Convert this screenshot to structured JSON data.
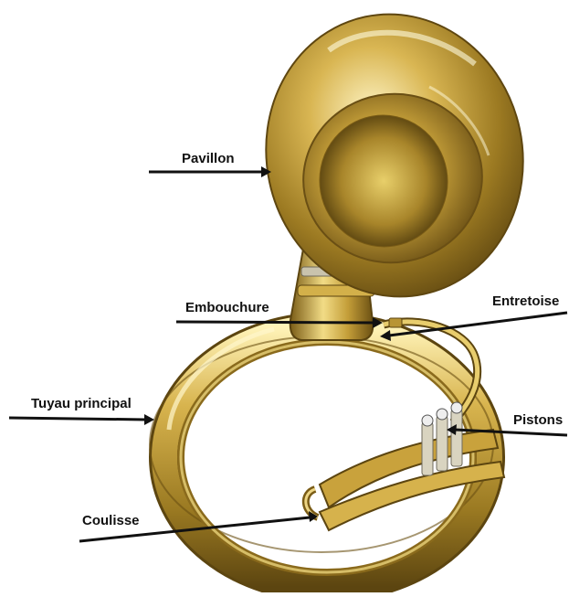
{
  "labels": {
    "pavillon": "Pavillon",
    "embouchure": "Embouchure",
    "entretoise": "Entretoise",
    "tuyau_principal": "Tuyau principal",
    "pistons": "Pistons",
    "coulisse": "Coulisse"
  },
  "colors": {
    "brass_light": "#f4e08a",
    "brass_mid": "#c9a23c",
    "brass_dark": "#6e5212",
    "arrow": "#111111",
    "background": "#ffffff"
  }
}
